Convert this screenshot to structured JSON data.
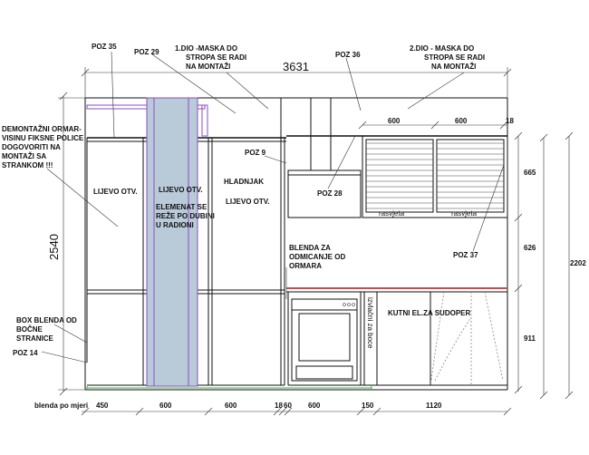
{
  "labels": {
    "poz35": "POZ 35",
    "poz29": "POZ 29",
    "mask1": "1.DIO -MASKA DO",
    "mask1b": "STROPA SE RADI",
    "mask1c": "NA MONTAŽI",
    "poz36": "POZ 36",
    "mask2": "2.DIO - MASKA DO",
    "mask2b": "STROPA SE RADI",
    "mask2c": "NA MONTAŽI",
    "total_width": "3631",
    "demont1": "DEMONTAŽNI ORMAR-",
    "demont2": "VISINU FIKSNE POLICE",
    "demont3": "DOGOVORITI NA",
    "demont4": "MONTAŽI SA",
    "demont5": "STRANKOM !!!",
    "poz9": "POZ 9",
    "lijevo1": "LIJEVO OTV.",
    "lijevo2": "LIJEVO OTV.",
    "elem1": "ELEMENAT SE",
    "elem2": "REŽE PO DUBINI",
    "elem3": "U RADIONI",
    "hladnjak": "HLADNJAK",
    "lijevo3": "LIJEVO OTV.",
    "poz28": "POZ 28",
    "rasvjeta1": "rasvjeta",
    "rasvjeta2": "rasvjeta",
    "height_total": "2540",
    "blenda1": "BLENDA ZA",
    "blenda2": "ODMICANJE OD",
    "blenda3": "ORMARA",
    "poz37": "POZ 37",
    "box1": "BOX BLENDA OD",
    "box2": "BOČNE",
    "box3": "STRANICE",
    "poz14": "POZ 14",
    "izvlacni": "izvlačni za boce",
    "kutni": "KUTNI EL.ZA SUDOPER",
    "blenda_mjeri": "blenda po mjeri"
  },
  "dims_top": [
    "600",
    "600",
    "18"
  ],
  "dims_right": [
    "665",
    "626",
    "911"
  ],
  "dim_right_total": "2202",
  "dims_bottom": [
    "450",
    "600",
    "600",
    "18",
    "60",
    "600",
    "150",
    "1120"
  ]
}
